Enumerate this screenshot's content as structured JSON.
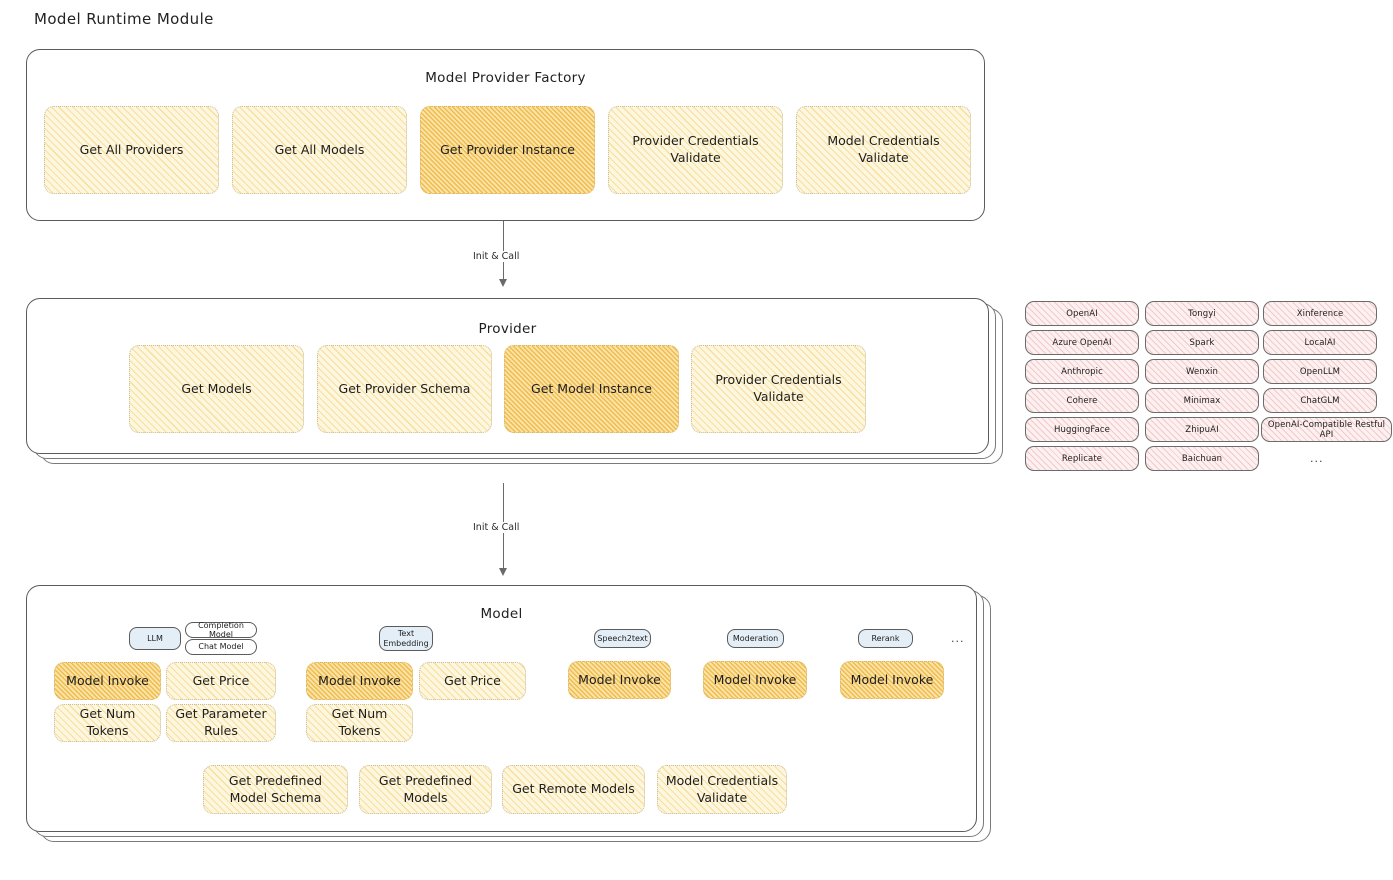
{
  "page": {
    "title": "Model Runtime Module"
  },
  "factory": {
    "title": "Model Provider Factory",
    "methods": [
      {
        "label": "Get All Providers",
        "highlight": false
      },
      {
        "label": "Get All Models",
        "highlight": false
      },
      {
        "label": "Get Provider Instance",
        "highlight": true
      },
      {
        "label": "Provider Credentials Validate",
        "highlight": false
      },
      {
        "label": "Model Credentials Validate",
        "highlight": false
      }
    ]
  },
  "arrows": [
    {
      "label": "Init & Call"
    },
    {
      "label": "Init & Call"
    }
  ],
  "provider": {
    "title": "Provider",
    "methods": [
      {
        "label": "Get Models",
        "highlight": false
      },
      {
        "label": "Get Provider Schema",
        "highlight": false
      },
      {
        "label": "Get Model Instance",
        "highlight": true
      },
      {
        "label": "Provider Credentials Validate",
        "highlight": false
      }
    ]
  },
  "provider_list": {
    "columns": [
      [
        "OpenAI",
        "Azure OpenAI",
        "Anthropic",
        "Cohere",
        "HuggingFace",
        "Replicate"
      ],
      [
        "Tongyi",
        "Spark",
        "Wenxin",
        "Minimax",
        "ZhipuAI",
        "Baichuan"
      ],
      [
        "Xinference",
        "LocalAI",
        "OpenLLM",
        "ChatGLM",
        "OpenAI-Compatible Restful API"
      ]
    ],
    "more": "..."
  },
  "model": {
    "title": "Model",
    "more": "...",
    "types": [
      {
        "name": "LLM",
        "subtypes": [
          "Completion Model",
          "Chat Model"
        ]
      },
      {
        "name": "Text Embedding",
        "subtypes": []
      },
      {
        "name": "Speech2text",
        "subtypes": []
      },
      {
        "name": "Moderation",
        "subtypes": []
      },
      {
        "name": "Rerank",
        "subtypes": []
      }
    ],
    "llm_methods": [
      {
        "label": "Model Invoke",
        "highlight": true
      },
      {
        "label": "Get Price",
        "highlight": false
      },
      {
        "label": "Get Num Tokens",
        "highlight": false
      },
      {
        "label": "Get Parameter Rules",
        "highlight": false
      }
    ],
    "embedding_methods": [
      {
        "label": "Model Invoke",
        "highlight": true
      },
      {
        "label": "Get Price",
        "highlight": false
      },
      {
        "label": "Get Num Tokens",
        "highlight": false
      }
    ],
    "speech2text_methods": [
      {
        "label": "Model Invoke",
        "highlight": true
      }
    ],
    "moderation_methods": [
      {
        "label": "Model Invoke",
        "highlight": true
      }
    ],
    "rerank_methods": [
      {
        "label": "Model Invoke",
        "highlight": true
      }
    ],
    "common_methods": [
      {
        "label": "Get Predefined Model Schema",
        "highlight": false
      },
      {
        "label": "Get Predefined Models",
        "highlight": false
      },
      {
        "label": "Get Remote Models",
        "highlight": false
      },
      {
        "label": "Model Credentials Validate",
        "highlight": false
      }
    ]
  },
  "colors": {
    "accent_light": "#fdf6e0",
    "accent_strong": "#fbe2a8",
    "tag_pink": "#fdf0f0",
    "chip_blue": "#e4eef7",
    "stroke": "#5b5b5b"
  }
}
